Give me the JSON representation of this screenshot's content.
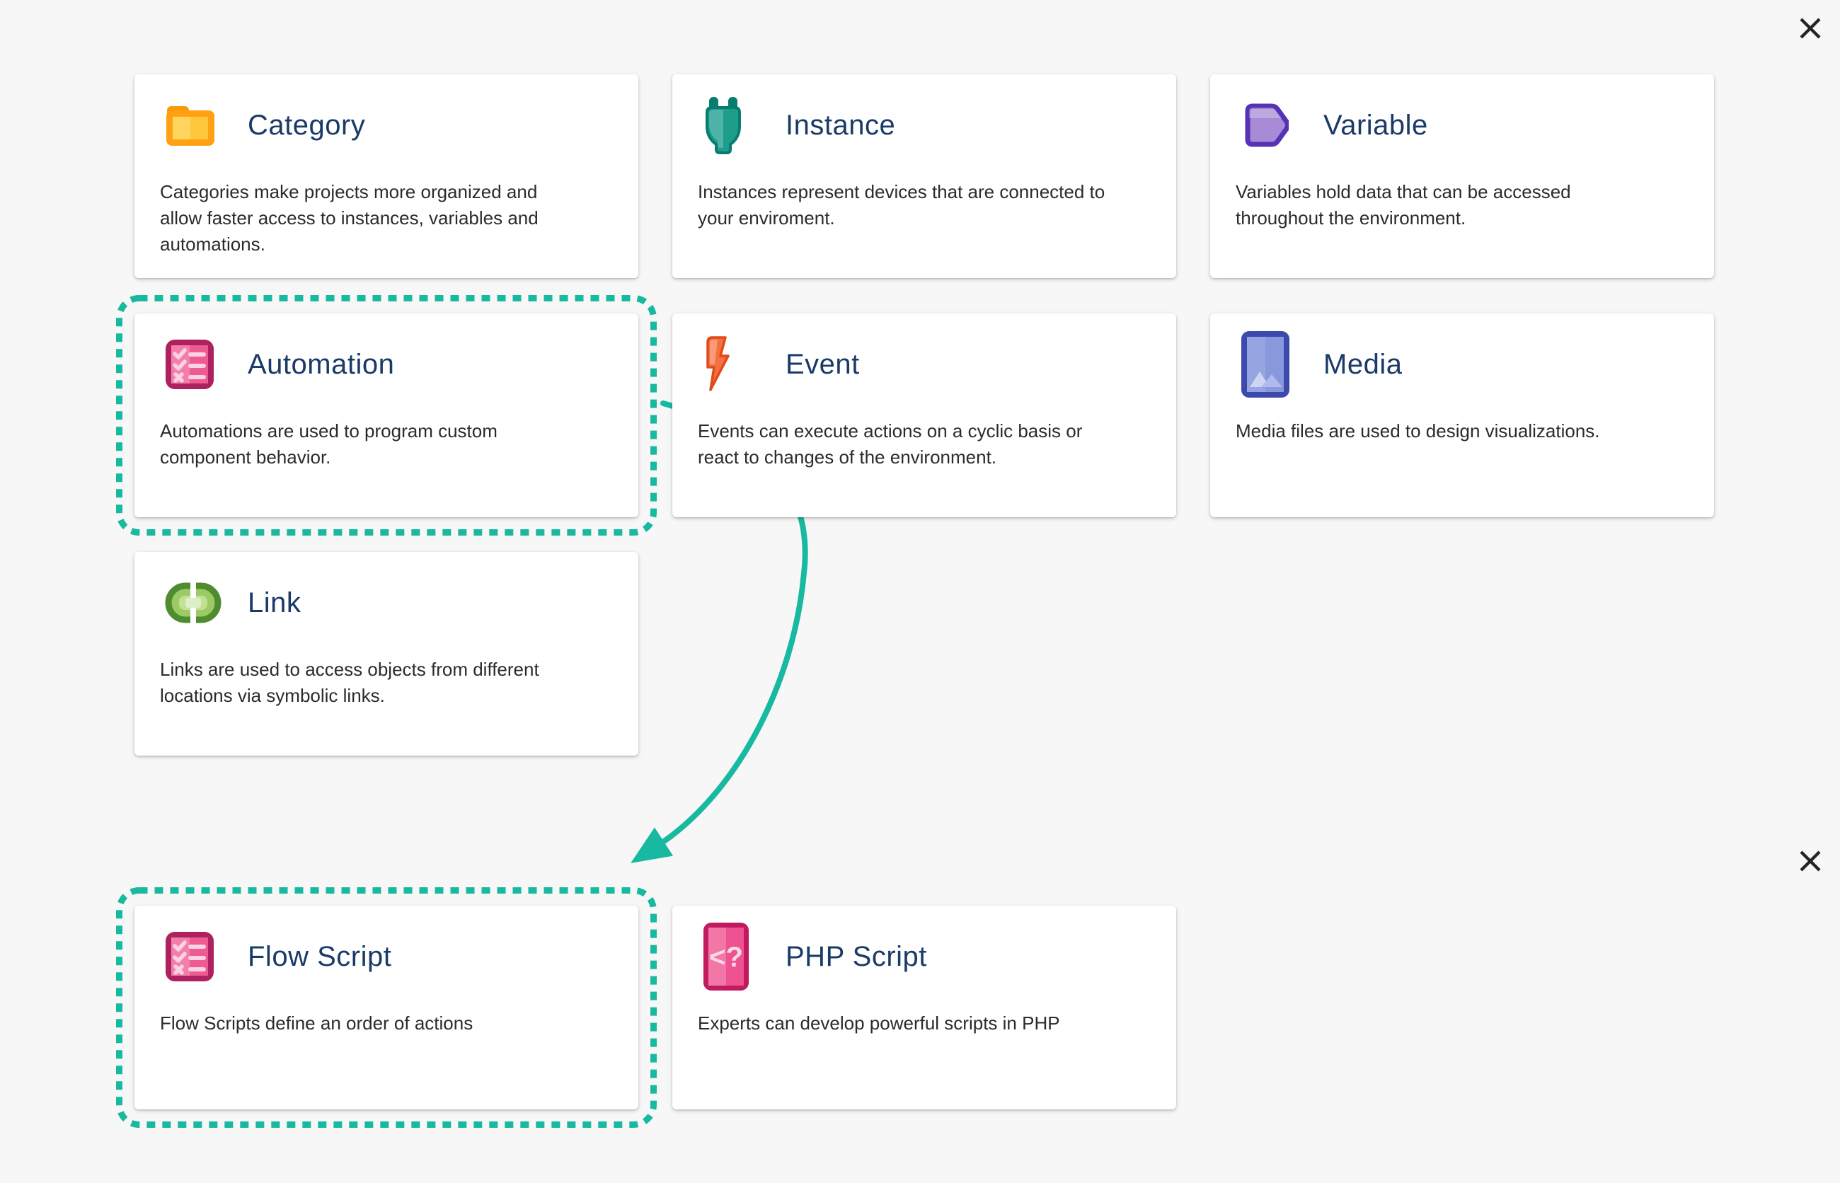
{
  "page": {
    "background_color": "#F7F7F7",
    "accent_color": "#17B9A0",
    "title_color": "#1A3A68",
    "body_text_color": "#2B2B2B"
  },
  "cards": [
    {
      "id": "category",
      "title": "Category",
      "description": "Categories make projects more organized and\nallow faster access to instances, variables and\nautomations.",
      "icon": "folder-icon",
      "row": 0,
      "col": 0,
      "highlighted": false
    },
    {
      "id": "instance",
      "title": "Instance",
      "description": "Instances represent devices that are connected to\nyour enviroment.",
      "icon": "plug-icon",
      "row": 0,
      "col": 1,
      "highlighted": false
    },
    {
      "id": "variable",
      "title": "Variable",
      "description": "Variables hold data that can be accessed\nthroughout the environment.",
      "icon": "tag-icon",
      "row": 0,
      "col": 2,
      "highlighted": false
    },
    {
      "id": "automation",
      "title": "Automation",
      "description": "Automations are used to program custom\ncomponent behavior.",
      "icon": "checklist-icon",
      "row": 1,
      "col": 0,
      "highlighted": true
    },
    {
      "id": "event",
      "title": "Event",
      "description": "Events can execute actions on a cyclic basis or\nreact to changes of the environment.",
      "icon": "lightning-icon",
      "row": 1,
      "col": 1,
      "highlighted": false
    },
    {
      "id": "media",
      "title": "Media",
      "description": "Media files are used to design visualizations.",
      "icon": "image-icon",
      "row": 1,
      "col": 2,
      "highlighted": false
    },
    {
      "id": "link",
      "title": "Link",
      "description": "Links are used to access objects from different\nlocations via symbolic links.",
      "icon": "link-icon",
      "row": 2,
      "col": 0,
      "highlighted": false
    },
    {
      "id": "flow-script",
      "title": "Flow Script",
      "description": "Flow Scripts define an order of actions",
      "icon": "checklist-icon",
      "row": 3,
      "col": 0,
      "highlighted": true
    },
    {
      "id": "php-script",
      "title": "PHP Script",
      "description": "Experts can develop powerful scripts in PHP",
      "icon": "php-icon",
      "row": 3,
      "col": 1,
      "highlighted": false
    }
  ],
  "close_buttons": [
    {
      "id": "close-top",
      "label": "close"
    },
    {
      "id": "close-middle",
      "label": "close"
    }
  ],
  "annotation": {
    "type": "arrow",
    "from": "automation",
    "to": "flow-script",
    "color": "#17B9A0"
  }
}
